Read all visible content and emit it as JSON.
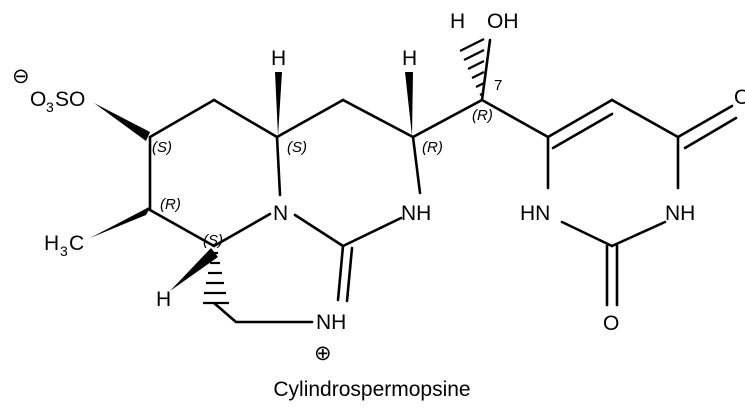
{
  "molecule": {
    "name": "Cylindrospermopsine",
    "atoms": {
      "sulfate_charge": "⊖",
      "sulfate_o3": "O",
      "sulfate_sub3": "3",
      "sulfate_so": "SO",
      "methyl_h": "H",
      "methyl_sub3": "3",
      "methyl_c": "C",
      "h_c1": "H",
      "h_c2": "H",
      "h_c3": "H",
      "h_c4": "H",
      "oh": "OH",
      "n_ring": "N",
      "nh_ring": "NH",
      "nh_imine": "NH",
      "plus_charge": "⊕",
      "hn_uracil": "HN",
      "nh_uracil": "NH",
      "o_bottom": "O",
      "o_right": "O"
    },
    "stereo_labels": {
      "s1": "(S)",
      "r1": "(R)",
      "s2": "(S)",
      "s3": "(S)",
      "r2": "(R)",
      "r3": "(R)"
    },
    "position_number": "7"
  }
}
